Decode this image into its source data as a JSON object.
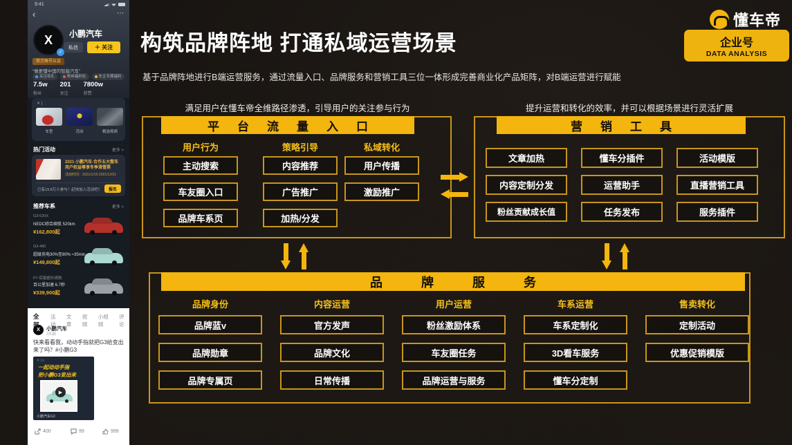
{
  "colors": {
    "accent": "#F3B50E",
    "gold_border": "#C9961C",
    "background": "#181411",
    "white_text": "#FFFFFF"
  },
  "header": {
    "title": "构筑品牌阵地 打通私域运营场景",
    "subtitle": "基于品牌阵地进行B端运营服务，通过流量入口、品牌服务和营销工具三位一体形成完善商业化产品矩阵，对B端运营进行赋能",
    "logo_text": "懂车帝",
    "badge_title": "企业号",
    "badge_subtitle": "DATA ANALYSIS"
  },
  "flow": {
    "caption": "满足用户在懂车帝全维路径渗透，引导用户的关注参与行为",
    "header": "平台流量入口",
    "columns": [
      {
        "label": "用户行为",
        "boxes": [
          "主动搜索",
          "车友圈入口",
          "品牌车系页"
        ]
      },
      {
        "label": "策略引导",
        "boxes": [
          "内容推荐",
          "广告推广",
          "加热/分发"
        ]
      },
      {
        "label": "私域转化",
        "boxes": [
          "用户传播",
          "激励推广"
        ]
      }
    ]
  },
  "marketing": {
    "caption": "提升运营和转化的效率，并可以根据场景进行灵活扩展",
    "header": "营销工具",
    "rows": [
      [
        "文章加热",
        "懂车分插件",
        "活动模版"
      ],
      [
        "内容定制分发",
        "运营助手",
        "直播营销工具"
      ],
      [
        "粉丝贡献成长值",
        "任务发布",
        "服务插件"
      ]
    ]
  },
  "service": {
    "header": "品牌服务",
    "columns": [
      {
        "label": "品牌身份",
        "boxes": [
          "品牌蓝v",
          "品牌勋章",
          "品牌专属页"
        ]
      },
      {
        "label": "内容运营",
        "boxes": [
          "官方发声",
          "品牌文化",
          "日常传播"
        ]
      },
      {
        "label": "用户运营",
        "boxes": [
          "粉丝激励体系",
          "车友圈任务",
          "品牌运营与服务"
        ]
      },
      {
        "label": "车系运营",
        "boxes": [
          "车系定制化",
          "3D看车服务",
          "懂车分定制"
        ]
      },
      {
        "label": "售卖转化",
        "boxes": [
          "定制活动",
          "优惠促销模版"
        ]
      }
    ]
  },
  "phone": {
    "status_time": "9:41",
    "icons": {
      "back": "‹",
      "more": "⋯",
      "check": "✓",
      "play": "▶",
      "clock": "◷"
    },
    "profile": {
      "name": "小鹏汽车",
      "avatar_glyph": "X",
      "message_btn": "私信",
      "follow_btn": "＋ 关注",
      "cert_badge": "官方账号认证",
      "bio": "“做更懂中国的智能汽车”",
      "tags": [
        "关注有礼",
        "粉丝福利社",
        "车主专属福利"
      ],
      "stats": [
        {
          "value": "7.5w",
          "label": "粉丝"
        },
        {
          "value": "201",
          "label": "关注"
        },
        {
          "value": "7800w",
          "label": "获赞"
        }
      ]
    },
    "shortcuts": [
      "车型",
      "活动",
      "精选视频"
    ],
    "hot": {
      "title": "热门活动",
      "more": "更多 >",
      "card": {
        "title": "2021 小鹏汽车·合作五大整车用户权益尊享冬季滑雪票",
        "date": "活动时间：2021/1/15-2021/12/31",
        "join": "已有19.8万人参与！赶快加入活动吧！",
        "btn": "报名"
      }
    },
    "recommend": {
      "title": "推荐车系",
      "more": "更多 >",
      "cars": [
        {
          "series": "G3-520X",
          "desc": "NEDC综合续航 520km",
          "price": "¥162,800起"
        },
        {
          "series": "G3-460",
          "desc": "超级充电30%至80% ≈35min",
          "price": "¥149,800起"
        },
        {
          "series": "P7-后驱超长续航",
          "desc": "百公里加速 6.7秒",
          "price": "¥339,900起"
        }
      ]
    },
    "feed": {
      "tabs": [
        "全部",
        "活动",
        "文章",
        "视频",
        "小视频",
        "评论"
      ],
      "post": {
        "author": "小鹏汽车",
        "time": "3天前",
        "text": "快来看看我，动动手指就把G3给变出来了吗？#小鹏G3",
        "media_line1": "一起动动手指",
        "media_line2": "把小鹏G3变出来",
        "media_caption": "小鹏汽车G3",
        "actions": [
          {
            "name": "share",
            "count": "400"
          },
          {
            "name": "comment",
            "count": "99"
          },
          {
            "name": "like",
            "count": "999"
          }
        ]
      }
    }
  }
}
